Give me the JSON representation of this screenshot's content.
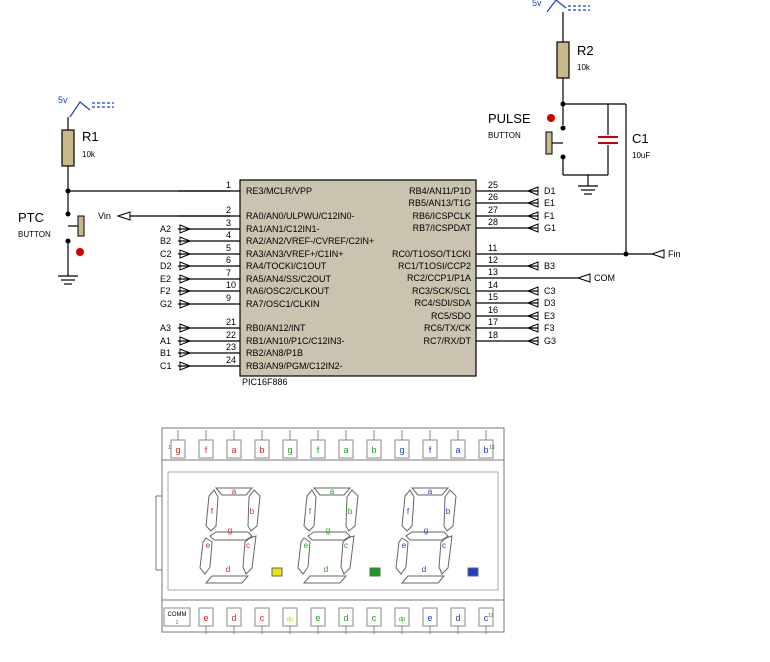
{
  "power": {
    "left_label": "5v",
    "top_label": "5v"
  },
  "r1": {
    "name": "R1",
    "value": "10k"
  },
  "r2": {
    "name": "R2",
    "value": "10k"
  },
  "c1": {
    "name": "C1",
    "value": "10uF"
  },
  "ptc": {
    "name": "PTC",
    "type": "BUTTON"
  },
  "pulse": {
    "name": "PULSE",
    "type": "BUTTON"
  },
  "chip": {
    "name": "PIC16F886"
  },
  "vin_label": "Vin",
  "fin_label": "Fin",
  "com_label": "COM",
  "left_pins": [
    {
      "num": "1",
      "name": "RE3/MCLR/VPP",
      "net": ""
    },
    {
      "num": "2",
      "name": "RA0/AN0/ULPWU/C12IN0-",
      "net": "Vin"
    },
    {
      "num": "3",
      "name": "RA1/AN1/C12IN1-",
      "net": "A2"
    },
    {
      "num": "4",
      "name": "RA2/AN2/VREF-/CVREF/C2IN+",
      "net": "B2"
    },
    {
      "num": "5",
      "name": "RA3/AN3/VREF+/C1IN+",
      "net": "C2"
    },
    {
      "num": "6",
      "name": "RA4/TOCKI/C1OUT",
      "net": "D2"
    },
    {
      "num": "7",
      "name": "RA5/AN4/SS/C2OUT",
      "net": "E2"
    },
    {
      "num": "10",
      "name": "RA6/OSC2/CLKOUT",
      "net": "F2"
    },
    {
      "num": "9",
      "name": "RA7/OSC1/CLKIN",
      "net": "G2"
    },
    {
      "num": "21",
      "name": "RB0/AN12/INT",
      "net": "A3"
    },
    {
      "num": "22",
      "name": "RB1/AN10/P1C/C12IN3-",
      "net": "A1"
    },
    {
      "num": "23",
      "name": "RB2/AN8/P1B",
      "net": "B1"
    },
    {
      "num": "24",
      "name": "RB3/AN9/PGM/C12IN2-",
      "net": "C1"
    }
  ],
  "right_pins": [
    {
      "num": "25",
      "name": "RB4/AN11/P1D",
      "net": "D1"
    },
    {
      "num": "26",
      "name": "RB5/AN13/T1G",
      "net": "E1"
    },
    {
      "num": "27",
      "name": "RB6/ICSPCLK",
      "net": "F1"
    },
    {
      "num": "28",
      "name": "RB7/ICSPDAT",
      "net": "G1"
    },
    {
      "num": "11",
      "name": "RC0/T1OSO/T1CKI",
      "net": ""
    },
    {
      "num": "12",
      "name": "RC1/T1OSI/CCP2",
      "net": "B3"
    },
    {
      "num": "13",
      "name": "RC2/CCP1/P1A",
      "net": ""
    },
    {
      "num": "14",
      "name": "RC3/SCK/SCL",
      "net": "C3"
    },
    {
      "num": "15",
      "name": "RC4/SDI/SDA",
      "net": "D3"
    },
    {
      "num": "16",
      "name": "RC5/SDO",
      "net": "E3"
    },
    {
      "num": "17",
      "name": "RC6/TX/CK",
      "net": "F3"
    },
    {
      "num": "18",
      "name": "RC7/RX/DT",
      "net": "G3"
    }
  ],
  "display": {
    "top_pin_labels": [
      "g",
      "f",
      "a",
      "b",
      "g",
      "f",
      "a",
      "b",
      "g",
      "f",
      "a",
      "b"
    ],
    "top_pin_colors": [
      "#e31b1b",
      "#e31b1b",
      "#e31b1b",
      "#e31b1b",
      "#1a9e1a",
      "#1a9e1a",
      "#1a9e1a",
      "#1a9e1a",
      "#1a3fc8",
      "#1a3fc8",
      "#1a3fc8",
      "#1a3fc8"
    ],
    "bottom_pin_labels": [
      "e",
      "d",
      "c",
      "dp",
      "e",
      "d",
      "c",
      "dp",
      "e",
      "d",
      "c"
    ],
    "bottom_pin_colors": [
      "#e31b1b",
      "#e31b1b",
      "#e31b1b",
      "#c8c800",
      "#1a9e1a",
      "#1a9e1a",
      "#1a9e1a",
      "#1a9e1a",
      "#1a3fc8",
      "#1a3fc8",
      "#1a3fc8"
    ],
    "first_top_num": "1",
    "last_top_num": "13",
    "last_bottom_num": "12",
    "comm_label": "COMM",
    "comm_num": "1",
    "digit_colors": [
      "#e31b1b",
      "#1a9e1a",
      "#1a3fc8"
    ],
    "dp_colors": [
      "#e8e800",
      "#1a9e1a",
      "#1a3fc8"
    ],
    "segment_labels": [
      "a",
      "b",
      "c",
      "d",
      "e",
      "f",
      "g"
    ]
  }
}
